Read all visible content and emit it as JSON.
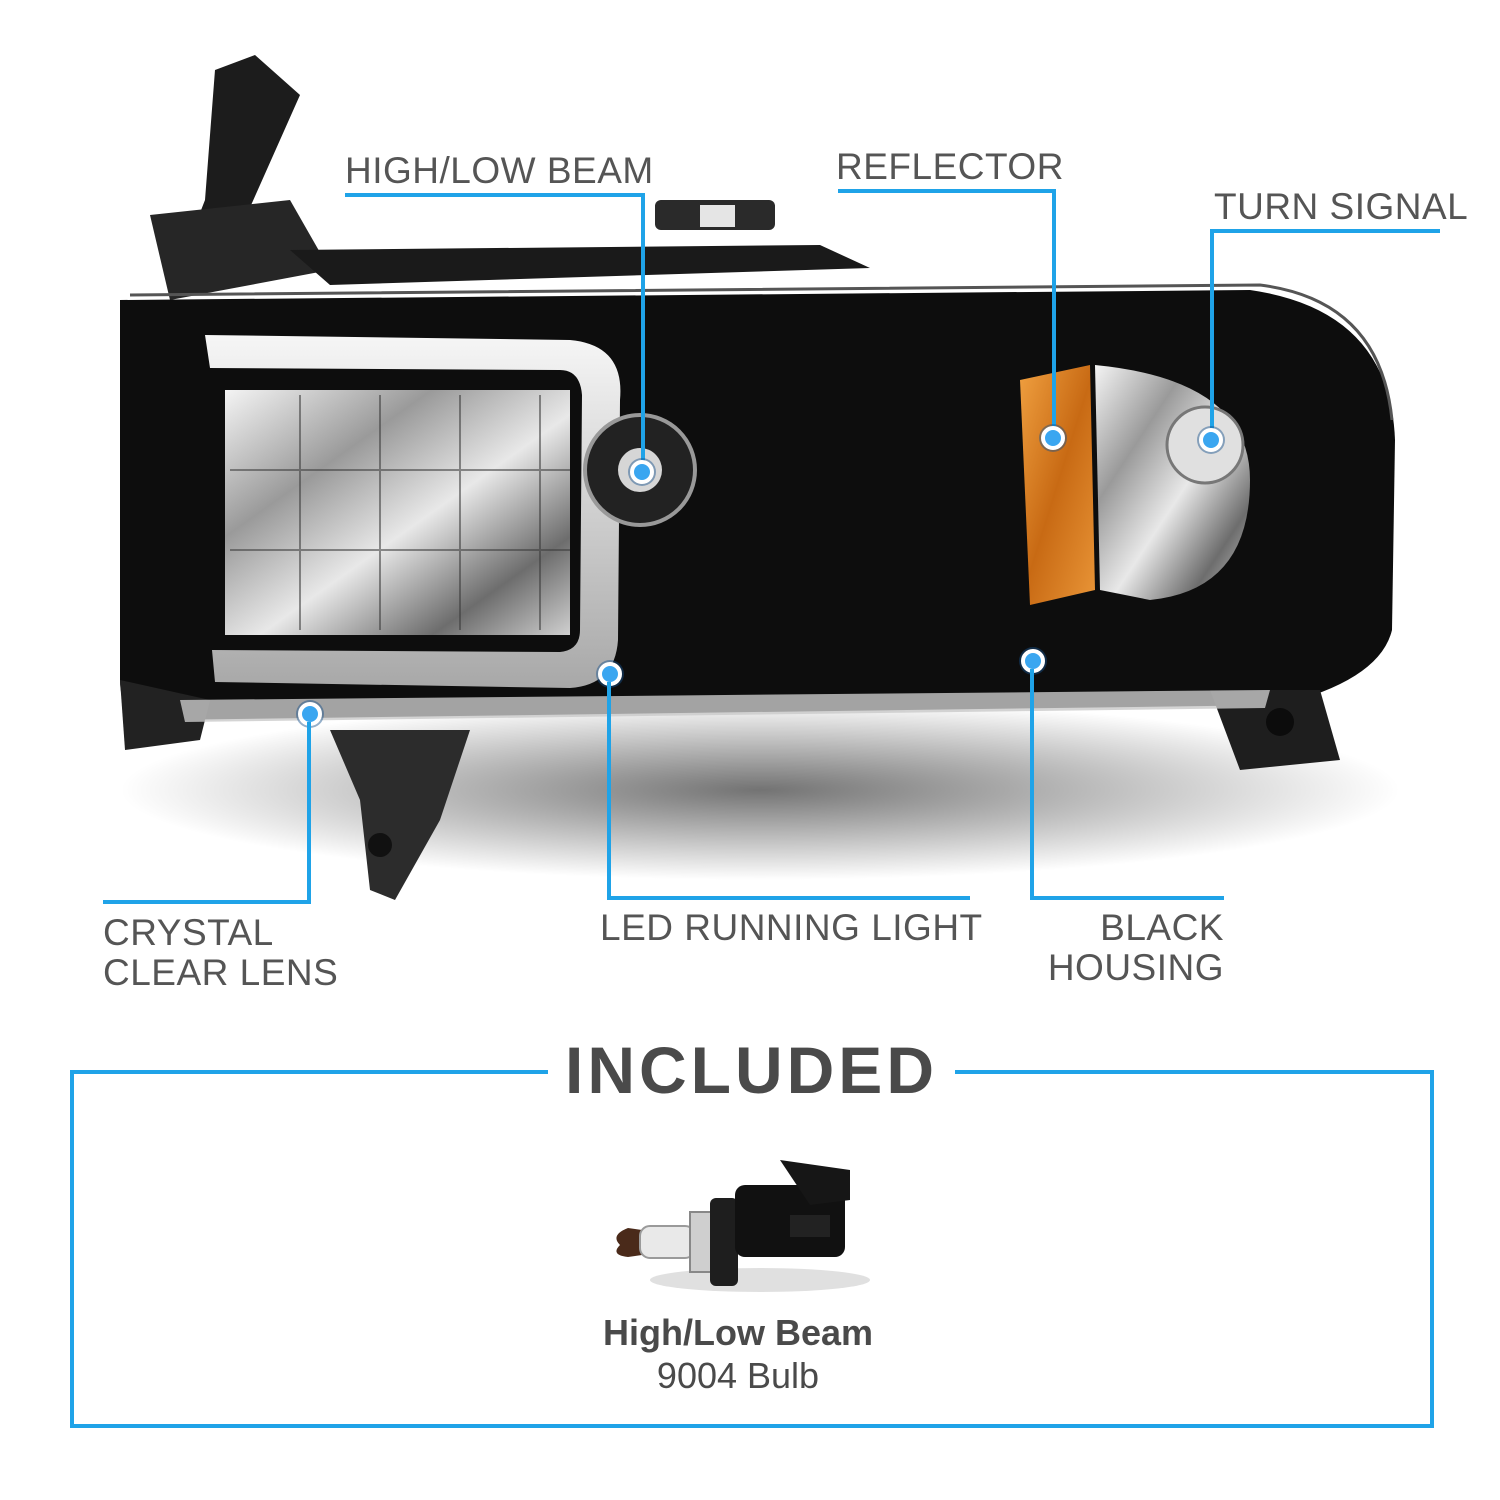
{
  "callouts": {
    "high_low_beam": "HIGH/LOW BEAM",
    "reflector": "REFLECTOR",
    "turn_signal": "TURN SIGNAL",
    "crystal_clear_lens_line1": "CRYSTAL",
    "crystal_clear_lens_line2": "CLEAR LENS",
    "led_running_light": "LED RUNNING LIGHT",
    "black_housing_line1": "BLACK",
    "black_housing_line2": "HOUSING"
  },
  "included": {
    "heading": "INCLUDED",
    "item_name": "High/Low Beam",
    "item_type": "9004 Bulb"
  },
  "colors": {
    "accent": "#1fa3e8",
    "text": "#555555",
    "amber": "#d9831f",
    "housing": "#111111"
  }
}
